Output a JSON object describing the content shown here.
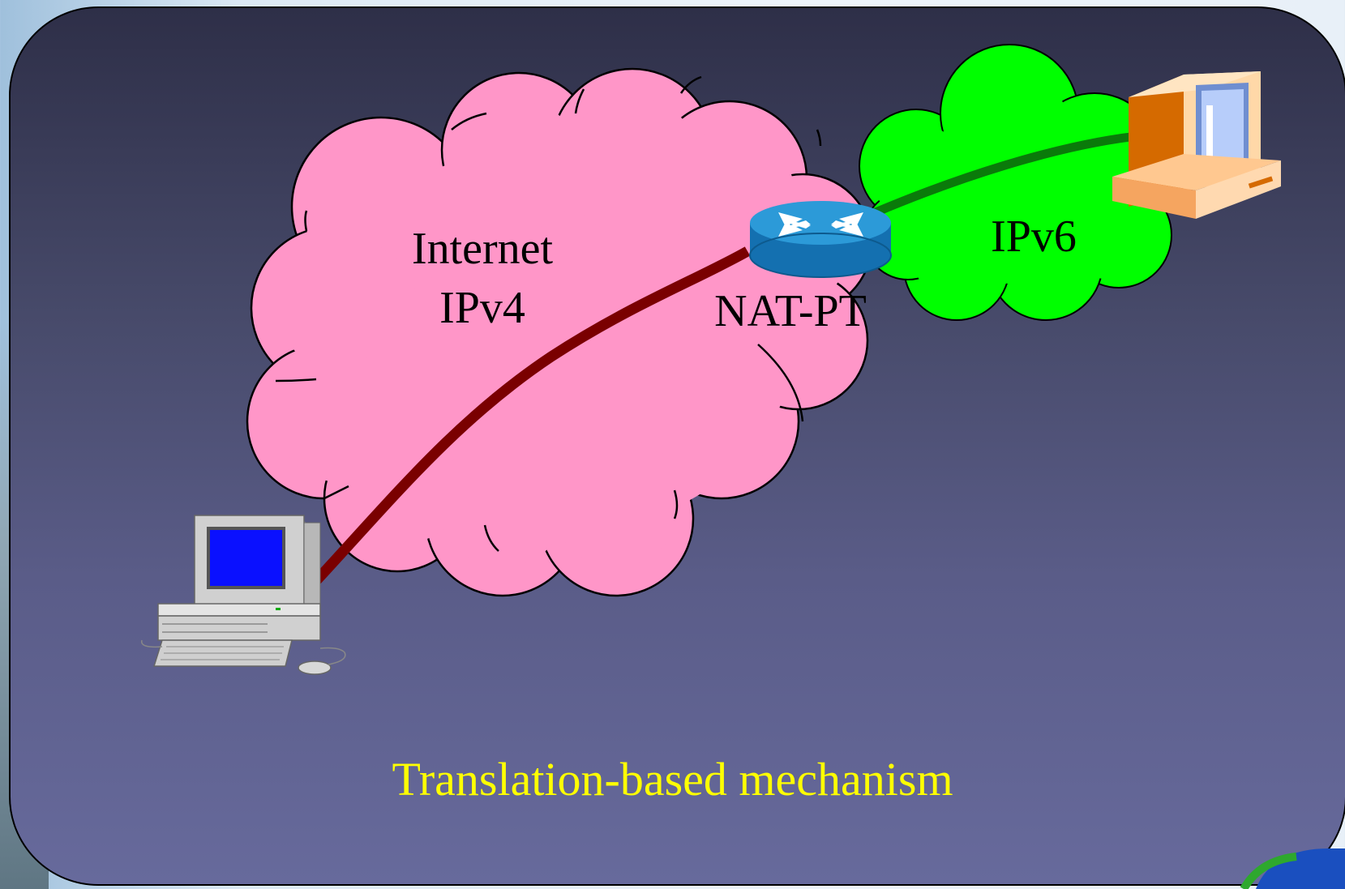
{
  "diagram": {
    "internet_cloud_label_line1": "Internet",
    "internet_cloud_label_line2": "IPv4",
    "router_label": "NAT-PT",
    "ipv6_cloud_label": "IPv6",
    "caption": "Translation-based mechanism",
    "colors": {
      "internet_cloud": "#ff96c8",
      "ipv6_cloud": "#00ff00",
      "ipv4_link": "#7a0000",
      "ipv6_link": "#0a7a0a",
      "caption": "#ffff00",
      "router": "#1d8fd0"
    },
    "icons": [
      "ipv4-host-computer-icon",
      "ipv6-host-computer-icon",
      "router-icon"
    ]
  }
}
